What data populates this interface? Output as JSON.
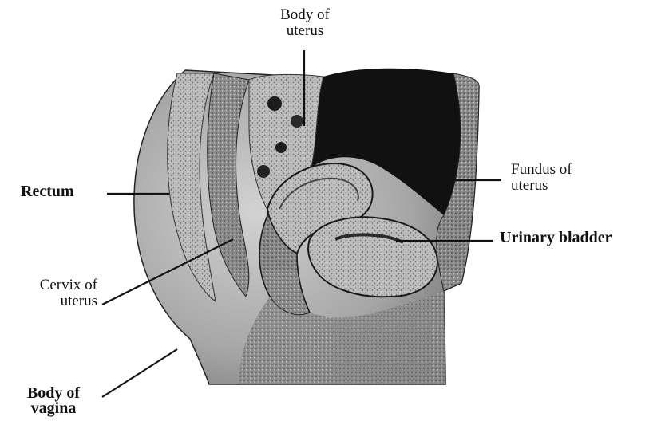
{
  "labels": {
    "body_of_uterus": [
      "Body of",
      "uterus"
    ],
    "rectum": "Rectum",
    "fundus_of_uterus": [
      "Fundus of",
      "uterus"
    ],
    "urinary_bladder": "Urinary bladder",
    "cervix_of_uterus": [
      "Cervix of",
      "uterus"
    ],
    "body_of_vagina": [
      "Body of",
      "vagina"
    ]
  },
  "colors": {
    "ink": "#111111",
    "tissue_dark": "#161616",
    "tissue_mid": "#6f6f6f",
    "tissue_light": "#c9c9c9",
    "background": "#ffffff"
  }
}
